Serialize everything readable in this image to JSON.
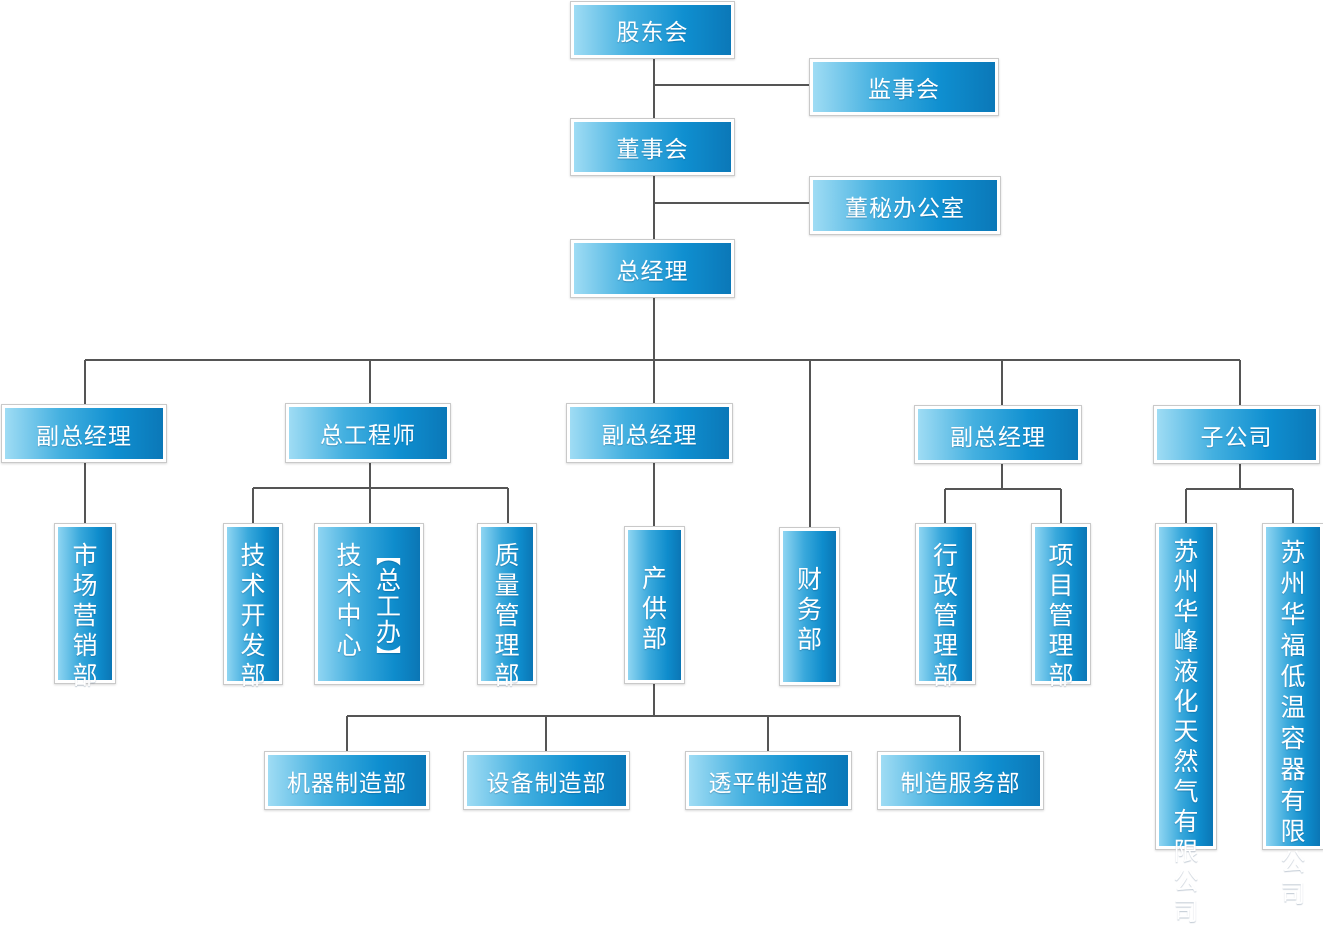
{
  "nodes": {
    "shareholders": "股东会",
    "supervisors": "监事会",
    "board": "董事会",
    "board_secretary_office": "董秘办公室",
    "general_manager": "总经理",
    "deputy_gm_1": "副总经理",
    "chief_engineer": "总工程师",
    "deputy_gm_2": "副总经理",
    "deputy_gm_3": "副总经理",
    "subsidiaries": "子公司",
    "marketing_dept": "市场营销部",
    "tech_dev_dept": "技术开发部",
    "tech_center": "技术中心",
    "tech_center_note": "【总工办】",
    "quality_dept": "质量管理部",
    "production_supply_dept": "产供部",
    "finance_dept": "财务部",
    "admin_dept": "行政管理部",
    "project_dept": "项目管理部",
    "sub_company_1": "苏州华峰液化天然气有限公司",
    "sub_company_2": "苏州华福低温容器有限公司",
    "machine_mfg_dept": "机器制造部",
    "equipment_mfg_dept": "设备制造部",
    "turbo_mfg_dept": "透平制造部",
    "mfg_service_dept": "制造服务部"
  },
  "colors": {
    "box_gradient_start": "#9fdcf4",
    "box_gradient_end": "#0b78b8",
    "line": "#555555",
    "text": "#ffffff"
  }
}
